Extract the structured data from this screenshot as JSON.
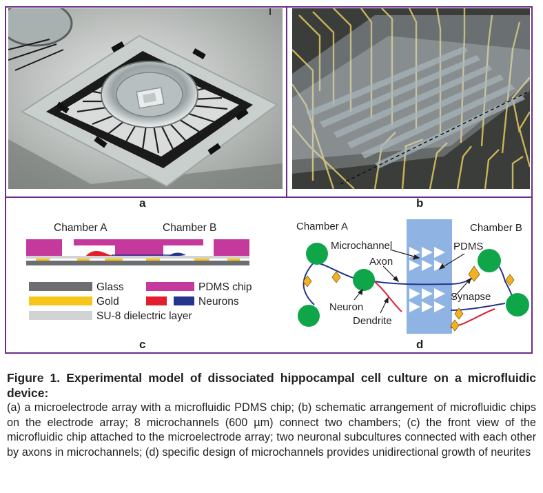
{
  "panels": {
    "a": {
      "label": "a"
    },
    "b": {
      "label": "b"
    },
    "c": {
      "label": "c",
      "chamber_a": "Chamber A",
      "chamber_b": "Chamber B",
      "legend": {
        "glass": "Glass",
        "gold": "Gold",
        "su8": "SU-8 dielectric layer",
        "pdms_chip": "PDMS chip",
        "neurons": "Neurons"
      }
    },
    "d": {
      "label": "d",
      "chamber_a": "Chamber A",
      "chamber_b": "Chamber B",
      "microchannel": "Microchannel",
      "pdms": "PDMS",
      "axon": "Axon",
      "neuron": "Neuron",
      "dendrite": "Dendrite",
      "synapse": "Synapse"
    }
  },
  "colors": {
    "frame": "#6a2c8a",
    "glass": "#6d6e71",
    "gold": "#f7c61a",
    "su8": "#d1d3d4",
    "pdms": "#c4399b",
    "neuron_red": "#e11e2b",
    "neuron_blue": "#26348b",
    "channel_blue": "#8fb3e3",
    "neuron_green": "#0fa64a"
  },
  "caption": {
    "title": "Figure 1. Experimental model of dissociated hippocampal cell culture on a microfluidic device:",
    "body": "(a) a microelectrode array with a microfluidic PDMS chip; (b) schematic arrangement of microfluidic chips on the electrode array; 8 microchannels (600 µm) connect two chambers; (c) the front view of the microfluidic chip attached to the microelectrode array; two neuronal subcultures connected with each other by axons in microchannels; (d) specific design of microchannels provides unidirectional growth of neurites"
  }
}
